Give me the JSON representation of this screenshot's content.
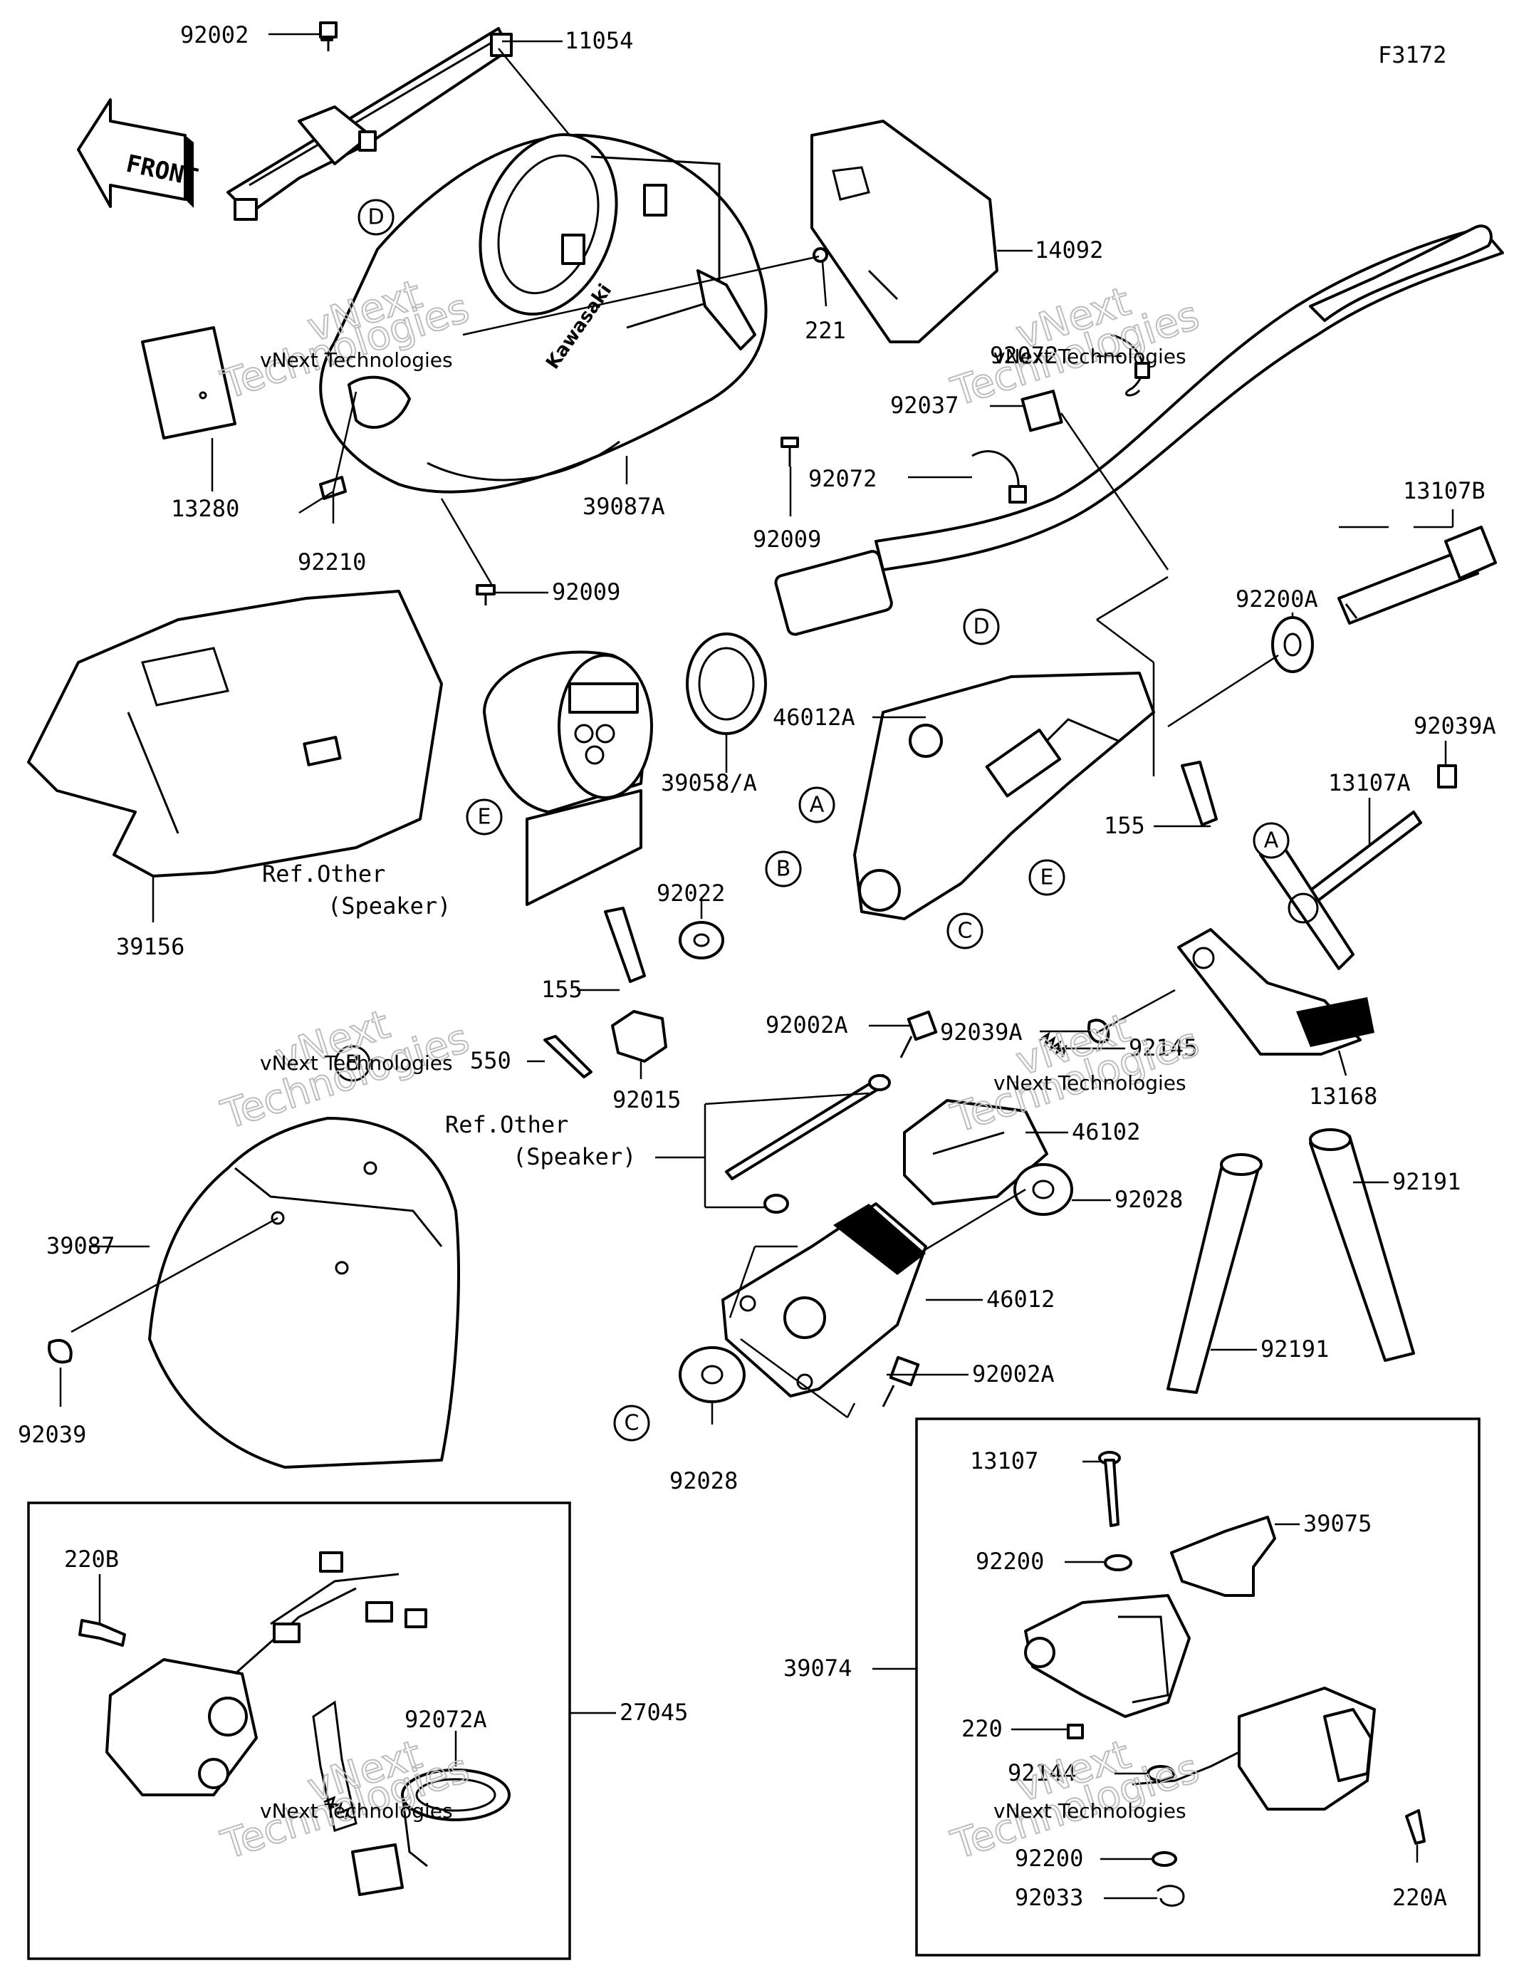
{
  "figure_code": "F3172",
  "front_label": "FRONT",
  "watermark": {
    "line1": "vNext",
    "line2": "Technologies",
    "caption": "vNext Technologies"
  },
  "part_numbers": {
    "p92002": "92002",
    "p11054": "11054",
    "p14092": "14092",
    "p221": "221",
    "p92072_a": "92072",
    "p92037": "92037",
    "p92072_b": "92072",
    "p13280": "13280",
    "p92210": "92210",
    "p39087A": "39087A",
    "p92009_a": "92009",
    "p92009_b": "92009",
    "p13107B": "13107B",
    "p92200A": "92200A",
    "p46012A": "46012A",
    "p39058A": "39058/A",
    "p155_a": "155",
    "p92039A_a": "92039A",
    "p13107A": "13107A",
    "p39156": "39156",
    "p155_b": "155",
    "p92022": "92022",
    "p92039A_b": "92039A",
    "p13168": "13168",
    "p92002A_a": "92002A",
    "p92145": "92145",
    "p550": "550",
    "p92015": "92015",
    "p46102": "46102",
    "p39087": "39087",
    "p92028_a": "92028",
    "p92191_a": "92191",
    "p46012": "46012",
    "p92002A_b": "92002A",
    "p92191_b": "92191",
    "p92039": "92039",
    "p92028_b": "92028",
    "p220B": "220B",
    "p92072A": "92072A",
    "p27045": "27045",
    "p13107": "13107",
    "p39075": "39075",
    "p92200_a": "92200",
    "p39074": "39074",
    "p220": "220",
    "p92144": "92144",
    "p92200_b": "92200",
    "p92033": "92033",
    "p220A": "220A"
  },
  "refs": {
    "ref1_line1": "Ref.Other",
    "ref1_line2": "(Speaker)",
    "ref2_line1": "Ref.Other",
    "ref2_line2": "(Speaker)"
  },
  "markers": {
    "A": "A",
    "B": "B",
    "C": "C",
    "D": "D",
    "E": "E"
  },
  "brand_text": "Kawasaki"
}
